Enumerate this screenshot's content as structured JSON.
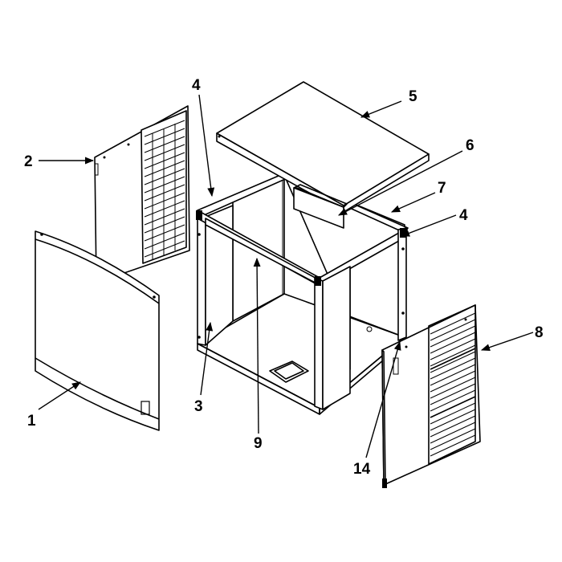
{
  "diagram": {
    "callouts": [
      {
        "id": "c1",
        "label": "1"
      },
      {
        "id": "c2",
        "label": "2"
      },
      {
        "id": "c3",
        "label": "3"
      },
      {
        "id": "c4a",
        "label": "4"
      },
      {
        "id": "c4b",
        "label": "4"
      },
      {
        "id": "c5",
        "label": "5"
      },
      {
        "id": "c6",
        "label": "6"
      },
      {
        "id": "c7",
        "label": "7"
      },
      {
        "id": "c8",
        "label": "8"
      },
      {
        "id": "c9",
        "label": "9"
      },
      {
        "id": "c14",
        "label": "14"
      }
    ]
  }
}
